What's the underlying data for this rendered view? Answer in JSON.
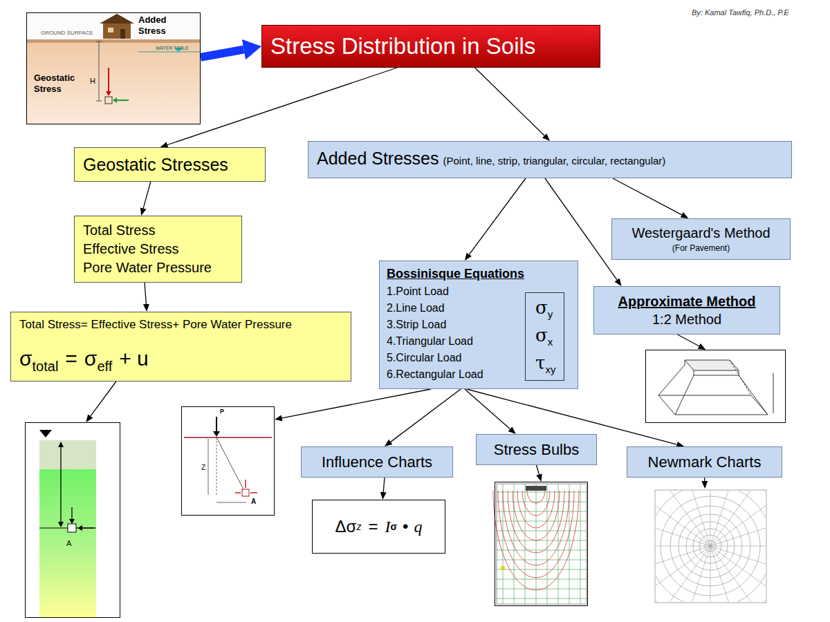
{
  "diagram": {
    "nodes": [
      {
        "text": [
          "Added Stress",
          "GROUND SURFACE",
          "WATER TABLE",
          "Geostatic Stress",
          "H"
        ]
      },
      {
        "text": [
          "Stress Distribution in Soils"
        ]
      },
      {
        "text": [
          "Geostatic Stresses"
        ]
      },
      {
        "text": [
          "Added Stresses",
          "(Point, line, strip, triangular, circular, rectangular)"
        ]
      },
      {
        "text": [
          "Total Stress",
          "Effective Stress",
          "Pore Water Pressure"
        ]
      },
      {
        "text": [
          "Total Stress= Effective Stress+ Pore Water Pressure",
          "σ",
          "total",
          "=",
          "σ",
          "eff",
          "+ u"
        ]
      },
      {
        "text": [
          "Westergaard's Method",
          "(For Pavement)"
        ]
      },
      {
        "text": [
          "Bossinisque Equations",
          "1.Point Load",
          "2.Line Load",
          "3.Strip Load",
          "4.Triangular Load",
          "5.Circular Load",
          "6.Rectangular Load"
        ]
      },
      {
        "text": [
          "σ",
          "y",
          "σ",
          "x",
          "τ",
          "xy"
        ],
        "in": 7
      },
      {
        "text": [
          "Approximate Method",
          "1:2 Method"
        ]
      },
      {
        "text": [
          "A"
        ]
      },
      {
        "text": [
          "P",
          "Z",
          "A"
        ]
      },
      {
        "text": [
          "Influence Charts"
        ]
      },
      {
        "text": [
          "Stress Bulbs"
        ]
      },
      {
        "text": [
          "Newmark Charts"
        ]
      },
      {
        "text": []
      },
      {
        "text": [
          "Δσ",
          "z",
          "=",
          "I",
          "σ",
          "•",
          "q"
        ]
      },
      {
        "text": []
      },
      {
        "text": []
      }
    ],
    "edges": [
      {
        "from": 0,
        "to": 1,
        "arrow": "to"
      },
      {
        "from": 1,
        "to": 2,
        "arrow": "to"
      },
      {
        "from": 1,
        "to": 3,
        "arrow": "to"
      },
      {
        "from": 2,
        "to": 4,
        "arrow": "to"
      },
      {
        "from": 4,
        "to": 5,
        "arrow": "to"
      },
      {
        "from": 5,
        "to": 10,
        "arrow": "to"
      },
      {
        "from": 3,
        "to": 7,
        "arrow": "to"
      },
      {
        "from": 3,
        "to": 9,
        "arrow": "to"
      },
      {
        "from": 3,
        "to": 6,
        "arrow": "to"
      },
      {
        "from": 7,
        "to": 11,
        "arrow": "to"
      },
      {
        "from": 7,
        "to": 12,
        "arrow": "to"
      },
      {
        "from": 7,
        "to": 13,
        "arrow": "to"
      },
      {
        "from": 7,
        "to": 14,
        "arrow": "to"
      },
      {
        "from": 9,
        "to": 15,
        "arrow": "to"
      },
      {
        "from": 12,
        "to": 16,
        "arrow": "to"
      },
      {
        "from": 13,
        "to": 17,
        "arrow": "to"
      },
      {
        "from": 14,
        "to": 18,
        "arrow": "to"
      }
    ],
    "labels": [
      "By: Kamal Tawfiq, Ph.D., P.E"
    ]
  }
}
